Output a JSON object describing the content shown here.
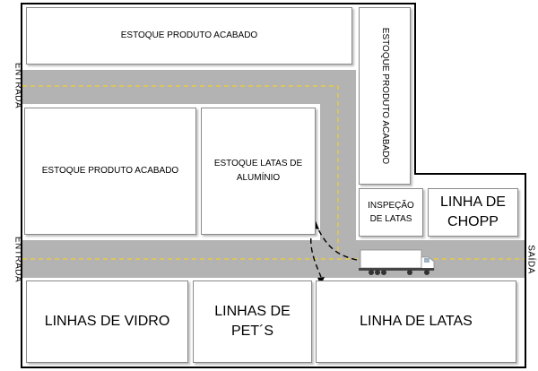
{
  "zones": {
    "top_finished": "ESTOQUE PRODUTO ACABADO",
    "right_finished": "ESTOQUE PRODUTO ACABADO",
    "mid_finished": "ESTOQUE PRODUTO ACABADO",
    "aluminum_cans": "ESTOQUE LATAS DE ALUMÍNIO",
    "can_inspection": "INSPEÇÃO DE LATAS",
    "chopp_line": "LINHA DE CHOPP",
    "glass_lines": "LINHAS DE VIDRO",
    "pet_lines": "LINHAS DE PET´S",
    "cans_line": "LINHA DE LATAS"
  },
  "labels": {
    "entrance_top": "ENTRADA",
    "entrance_bottom": "ENTRADA",
    "exit": "SAÍDA"
  },
  "colors": {
    "road": "#b3b3b3",
    "lane_marking": "#f2d02b",
    "wall": "#000000"
  }
}
